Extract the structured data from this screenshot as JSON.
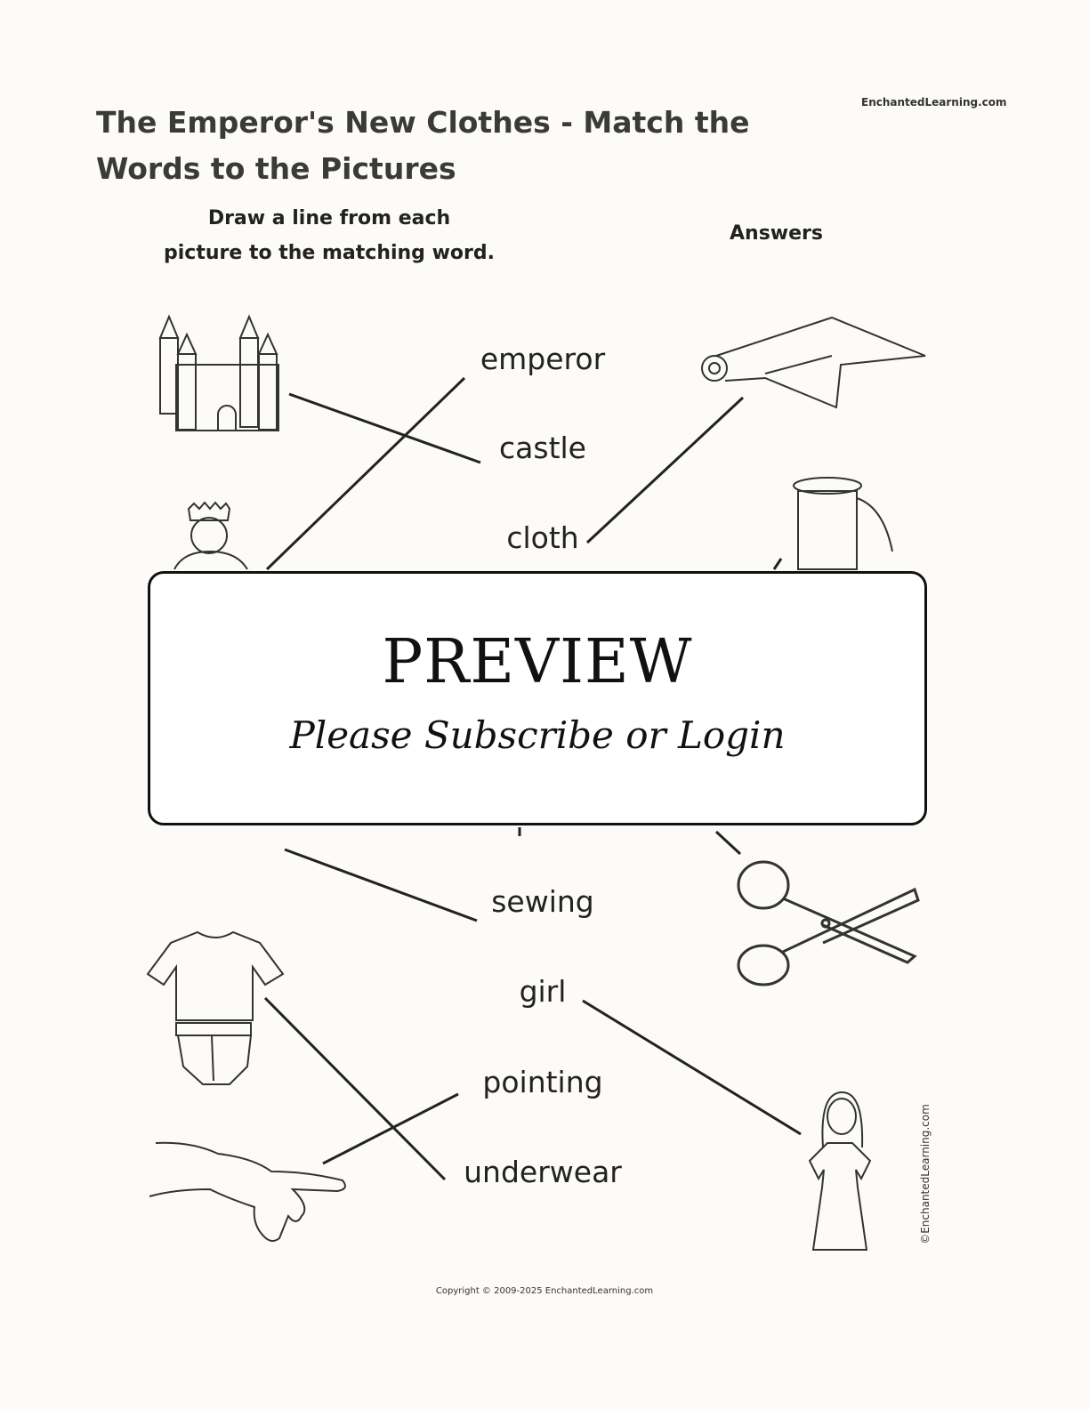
{
  "title": "The Emperor's New Clothes - Match the Words to the Pictures",
  "brand": "EnchantedLearning.com",
  "instructions": [
    "Draw a line from each",
    "picture to the matching word."
  ],
  "answers_label": "Answers",
  "words": [
    "emperor",
    "castle",
    "cloth",
    "sewing",
    "girl",
    "pointing",
    "underwear"
  ],
  "overlay": {
    "heading": "PREVIEW",
    "subheading": "Please Subscribe or Login"
  },
  "side_credit": "©EnchantedLearning.com",
  "copyright": "Copyright © 2009-2025 EnchantedLearning.com"
}
